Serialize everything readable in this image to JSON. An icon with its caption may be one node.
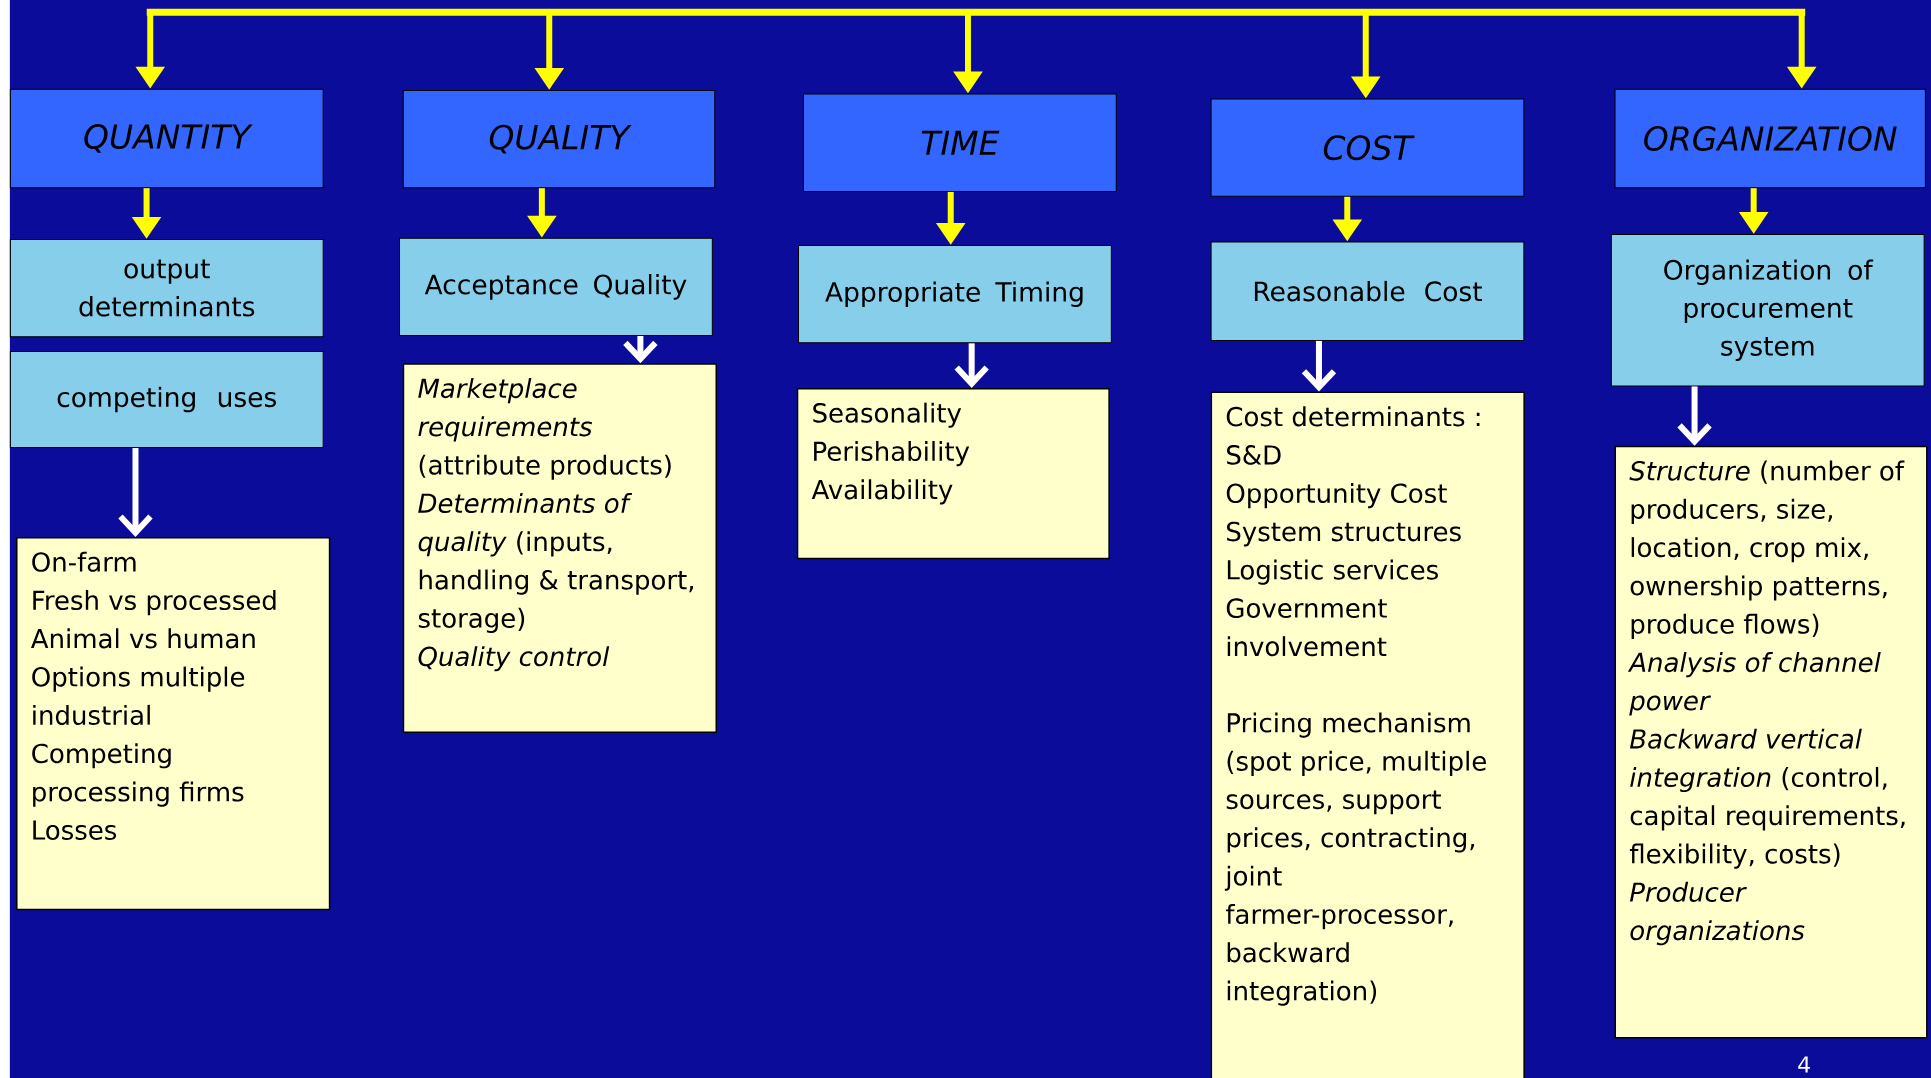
{
  "diagram": {
    "nodes": [
      {
        "text": [
          "QUANTITY"
        ]
      },
      {
        "text": [
          "output determinants"
        ]
      },
      {
        "text": [
          "competing uses"
        ]
      },
      {
        "text": [
          "On-farm",
          "Fresh vs processed",
          "Animal vs human",
          "Options multiple industrial",
          "Competing processing firms",
          "Losses"
        ]
      },
      {
        "text": [
          "QUALITY"
        ]
      },
      {
        "text": [
          "Acceptance Quality"
        ]
      },
      {
        "text": [
          "*Marketplace requirements* (attribute products)",
          "*Determinants of quality* (inputs, handling & transport, storage)",
          "*Quality control*"
        ]
      },
      {
        "text": [
          "TIME"
        ]
      },
      {
        "text": [
          "Appropriate Timing"
        ]
      },
      {
        "text": [
          "Seasonality",
          "Perishability",
          "Availability"
        ]
      },
      {
        "text": [
          "COST"
        ]
      },
      {
        "text": [
          "Reasonable Cost"
        ]
      },
      {
        "text": [
          "Cost determinants :",
          "S&D",
          "Opportunity Cost",
          "System structures",
          "Logistic services",
          "Government involvement",
          "Pricing mechanism (spot price, multiple sources, support prices, contracting, joint farmer-processor, backward integration)"
        ]
      },
      {
        "text": [
          "ORGANIZATION"
        ]
      },
      {
        "text": [
          "Organization of procurement system"
        ]
      },
      {
        "text": [
          "*Structure* (number of producers, size, location, crop mix, ownership patterns, produce flows)",
          "*Analysis of channel power*",
          "*Backward vertical integration* (control, capital requirements, flexibility, costs)",
          "*Producer organizations*"
        ]
      }
    ],
    "edges": [
      {
        "from": null,
        "to": 0,
        "arrow": "to"
      },
      {
        "from": null,
        "to": 4,
        "arrow": "to"
      },
      {
        "from": null,
        "to": 7,
        "arrow": "to"
      },
      {
        "from": null,
        "to": 10,
        "arrow": "to"
      },
      {
        "from": null,
        "to": 13,
        "arrow": "to"
      },
      {
        "from": 0,
        "to": 1,
        "arrow": "to"
      },
      {
        "from": 2,
        "to": 3,
        "arrow": "to",
        "color": "#ffffff"
      },
      {
        "from": 4,
        "to": 5,
        "arrow": "to"
      },
      {
        "from": 5,
        "to": 6,
        "arrow": "to",
        "color": "#ffffff"
      },
      {
        "from": 7,
        "to": 8,
        "arrow": "to"
      },
      {
        "from": 8,
        "to": 9,
        "arrow": "to",
        "color": "#ffffff"
      },
      {
        "from": 10,
        "to": 11,
        "arrow": "to"
      },
      {
        "from": 11,
        "to": 12,
        "arrow": "to",
        "color": "#ffffff"
      },
      {
        "from": 13,
        "to": 14,
        "arrow": "to"
      },
      {
        "from": 14,
        "to": 15,
        "arrow": "to",
        "color": "#ffffff"
      }
    ],
    "labels": [
      "4"
    ]
  }
}
